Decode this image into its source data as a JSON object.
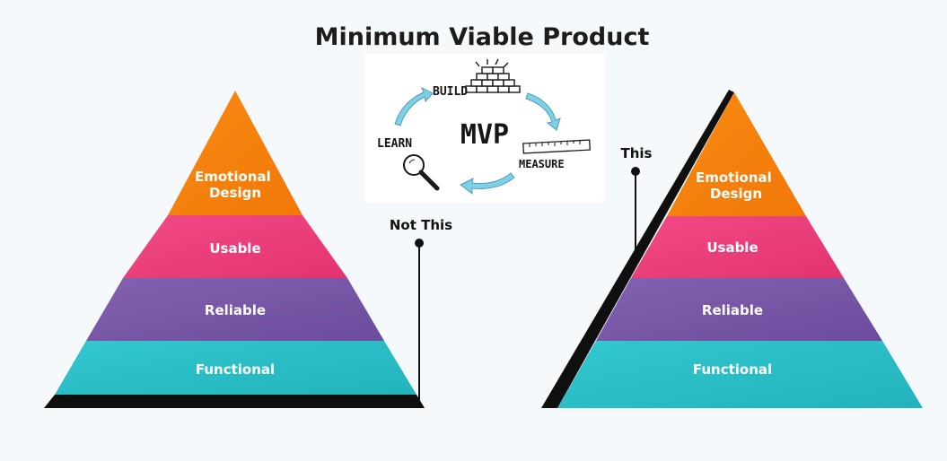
{
  "title": "Minimum Viable Product",
  "mvp_cycle": {
    "center": "MVP",
    "steps": [
      "BUILD",
      "MEASURE",
      "LEARN"
    ],
    "accent_color": "#7fd0e6"
  },
  "left_pyramid": {
    "callout": "Not This",
    "layers": [
      {
        "label": "Emotional Design",
        "color": "#f5820d"
      },
      {
        "label": "Usable",
        "color": "#ec3d7a"
      },
      {
        "label": "Reliable",
        "color": "#7a58a8"
      },
      {
        "label": "Functional",
        "color": "#2ec1c8"
      }
    ]
  },
  "right_pyramid": {
    "callout": "This",
    "layers": [
      {
        "label": "Emotional Design",
        "color": "#f5820d"
      },
      {
        "label": "Usable",
        "color": "#ec3d7a"
      },
      {
        "label": "Reliable",
        "color": "#7a58a8"
      },
      {
        "label": "Functional",
        "color": "#2ec1c8"
      }
    ]
  }
}
